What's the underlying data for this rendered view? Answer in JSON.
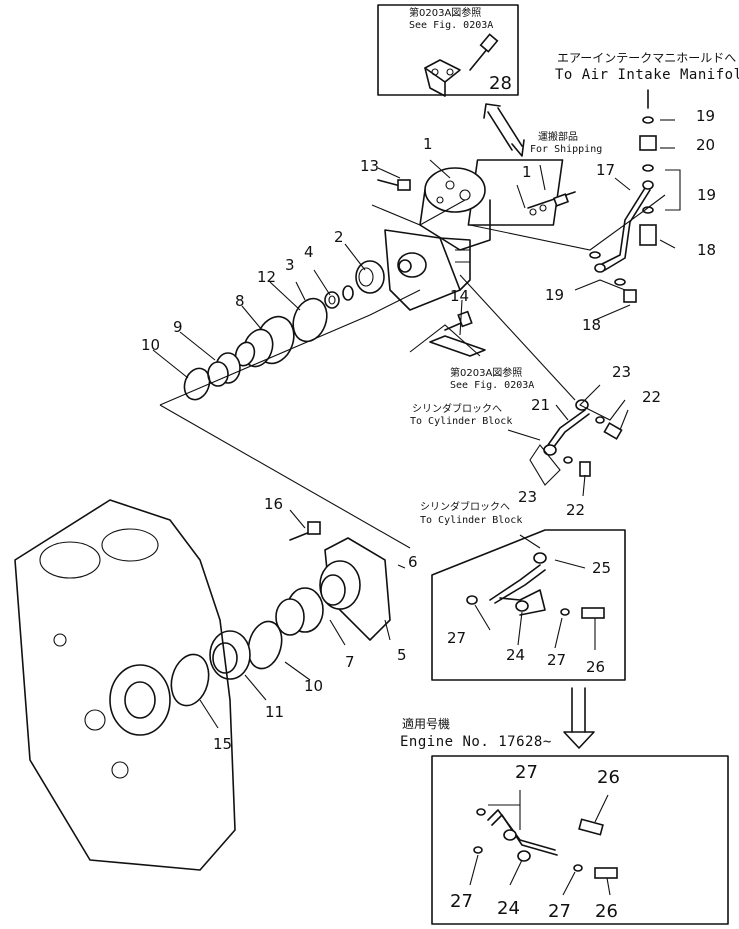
{
  "part_numbers": {
    "n1": "1",
    "n1b": "1",
    "n2": "2",
    "n3": "3",
    "n4": "4",
    "n5": "5",
    "n6": "6",
    "n7": "7",
    "n8": "8",
    "n9": "9",
    "n10a": "10",
    "n10b": "10",
    "n11": "11",
    "n12": "12",
    "n13": "13",
    "n14": "14",
    "n15": "15",
    "n16": "16",
    "n17": "17",
    "n18a": "18",
    "n18b": "18",
    "n19a": "19",
    "n19b": "19",
    "n19c": "19",
    "n20": "20",
    "n21": "21",
    "n22a": "22",
    "n22b": "22",
    "n23a": "23",
    "n23b": "23",
    "n24a": "24",
    "n25": "25",
    "n26a": "26",
    "n27a": "27",
    "n27b": "27",
    "n28": "28",
    "inset_27a": "27",
    "inset_26a": "26",
    "inset_27b": "27",
    "inset_24": "24",
    "inset_27c": "27",
    "inset_26b": "26"
  },
  "labels": {
    "top_ref_jp": "第0203A図参照",
    "top_ref_en": "See Fig. 0203A",
    "air_intake_jp": "エアーインテークマニホールドへ",
    "air_intake_en": "To Air Intake Manifold",
    "shipping_jp": "運搬部品",
    "shipping_en": "For Shipping",
    "mid_ref_jp": "第0203A図参照",
    "mid_ref_en": "See Fig. 0203A",
    "cyl_block1_jp": "シリンダブロックへ",
    "cyl_block1_en": "To Cylinder Block",
    "cyl_block2_jp": "シリンダブロックへ",
    "cyl_block2_en": "To Cylinder Block",
    "serial_jp": "適用号機",
    "serial_en": "Engine No. 17628~"
  }
}
